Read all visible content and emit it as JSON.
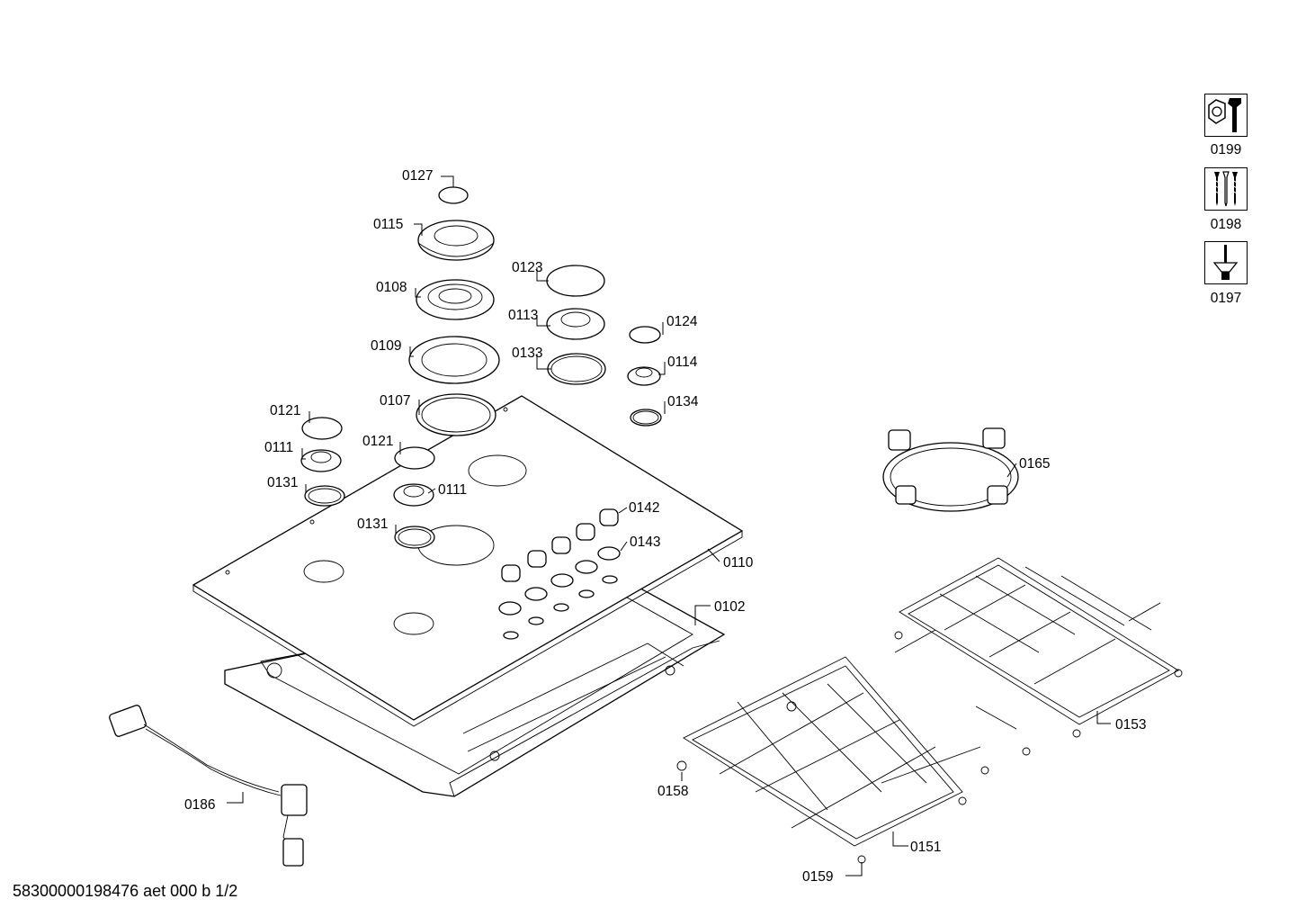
{
  "labels": {
    "p0127": "0127",
    "p0115": "0115",
    "p0108": "0108",
    "p0109": "0109",
    "p0107": "0107",
    "p0121a": "0121",
    "p0121b": "0121",
    "p0111a": "0111",
    "p0111b": "0111",
    "p0131a": "0131",
    "p0131b": "0131",
    "p0123": "0123",
    "p0113": "0113",
    "p0133": "0133",
    "p0124": "0124",
    "p0114": "0114",
    "p0134": "0134",
    "p0142": "0142",
    "p0143": "0143",
    "p0110": "0110",
    "p0102": "0102",
    "p0165": "0165",
    "p0153": "0153",
    "p0151": "0151",
    "p0158": "0158",
    "p0159": "0159",
    "p0186": "0186"
  },
  "tools": [
    {
      "label": "0199",
      "icon": "nut-wrench-icon"
    },
    {
      "label": "0198",
      "icon": "screws-icon"
    },
    {
      "label": "0197",
      "icon": "screwdriver-icon"
    }
  ],
  "footer": "58300000198476 aet 000 b 1/2"
}
